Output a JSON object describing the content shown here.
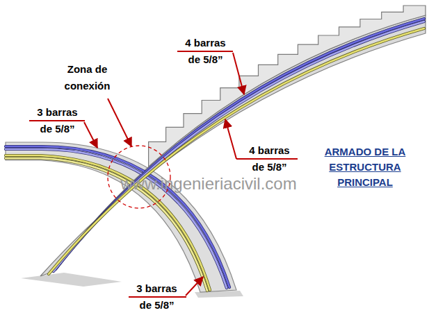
{
  "diagram": {
    "title": "ARMADO DE LA ESTRUCTURA PRINCIPAL",
    "labels": [
      "4 barras de 5/8”",
      "Zona de conexión",
      "3 barras de 5/8”",
      "4 barras de 5/8”",
      "3 barras de 5/8”",
      "www.ingenieriacivil.com"
    ]
  }
}
